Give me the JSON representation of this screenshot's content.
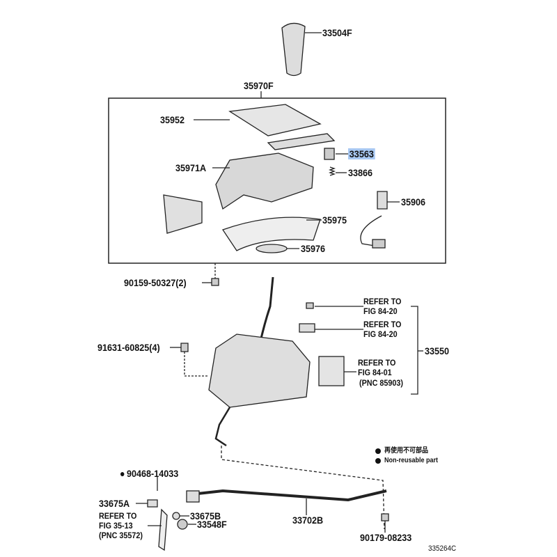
{
  "diagram": {
    "parts": {
      "knob": "33504F",
      "housing_assy": "35970F",
      "p35952": "35952",
      "p33563": "33563",
      "p35971A": "35971A",
      "p33866": "33866",
      "p35906": "35906",
      "p35975": "35975",
      "p35976": "35976",
      "bolt_top": "90159-50327(2)",
      "bolt_left": "91631-60825(4)",
      "shift_lever_assy": "33550",
      "clip": "90468-14033",
      "p33675A": "33675A",
      "p33675B": "33675B",
      "p33548F": "33548F",
      "rod": "33702B",
      "nut": "90179-08233"
    },
    "refs": {
      "r1": [
        "REFER TO",
        "FIG 84-20"
      ],
      "r2": [
        "REFER TO",
        "FIG 84-20"
      ],
      "r3": [
        "REFER TO",
        "FIG 84-01",
        "(PNC 85903)"
      ],
      "r4": [
        "REFER TO",
        "FIG 35-13",
        "(PNC 35572)"
      ]
    },
    "legend": {
      "jp": "再使用不可部品",
      "en": "Non-reusable part"
    },
    "highlighted_part": "33563",
    "highlight_color": "#a8c8f2",
    "illustration_code": "335264C"
  }
}
